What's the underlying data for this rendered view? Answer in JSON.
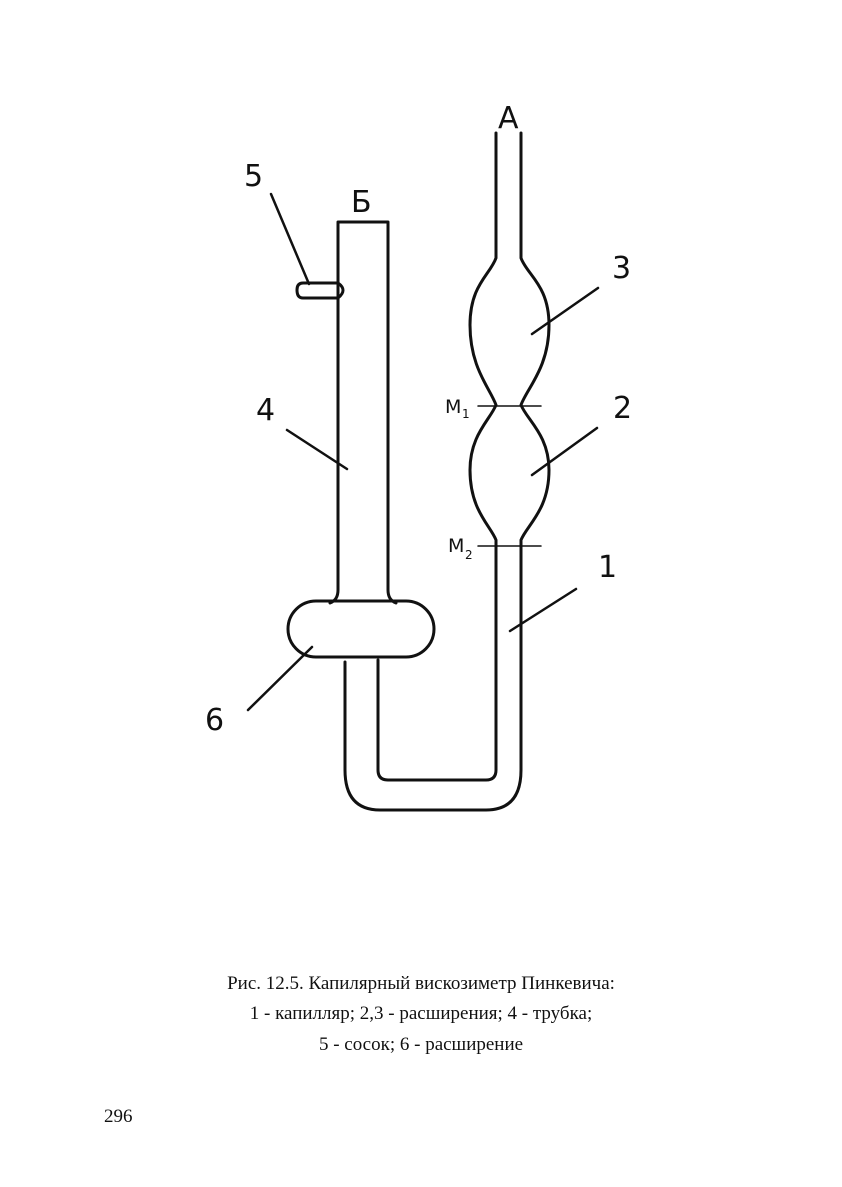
{
  "diagram": {
    "top_labels": {
      "a": "А",
      "b": "Б"
    },
    "part_labels": {
      "p1": "1",
      "p2": "2",
      "p3": "3",
      "p4": "4",
      "p5": "5",
      "p6": "6"
    },
    "marks": {
      "m1_letter": "M",
      "m1_sub": "1",
      "m2_letter": "M",
      "m2_sub": "2"
    }
  },
  "caption": {
    "line1": "Рис. 12.5. Капилярный вискозиметр Пинкевича:",
    "line2": "1 - капилляр; 2,3 - расширения; 4 - трубка;",
    "line3": "5 - сосок; 6 - расширение"
  },
  "page_number": "296"
}
